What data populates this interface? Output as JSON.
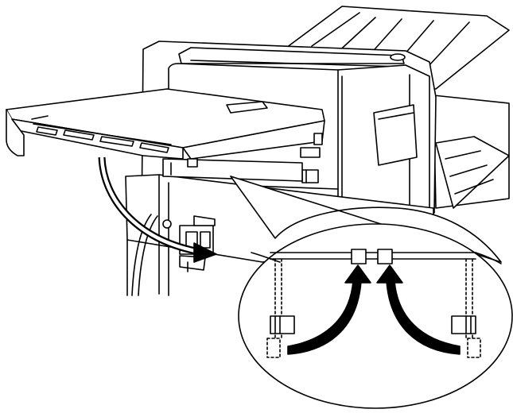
{
  "figure": {
    "kind": "line-art-illustration",
    "colors": {
      "background": "#ffffff",
      "line": "#000000",
      "arrow_fill": "#000000"
    },
    "parts": {
      "printer": "printer-body",
      "output_trays": "output-trays",
      "removed_tray": "detached-tray-unit",
      "removal_arrow": "removal-arrow",
      "callout": "detail-magnifier-callout",
      "locks": "lock-tabs",
      "insert_arrows": "insert-arrows"
    }
  }
}
